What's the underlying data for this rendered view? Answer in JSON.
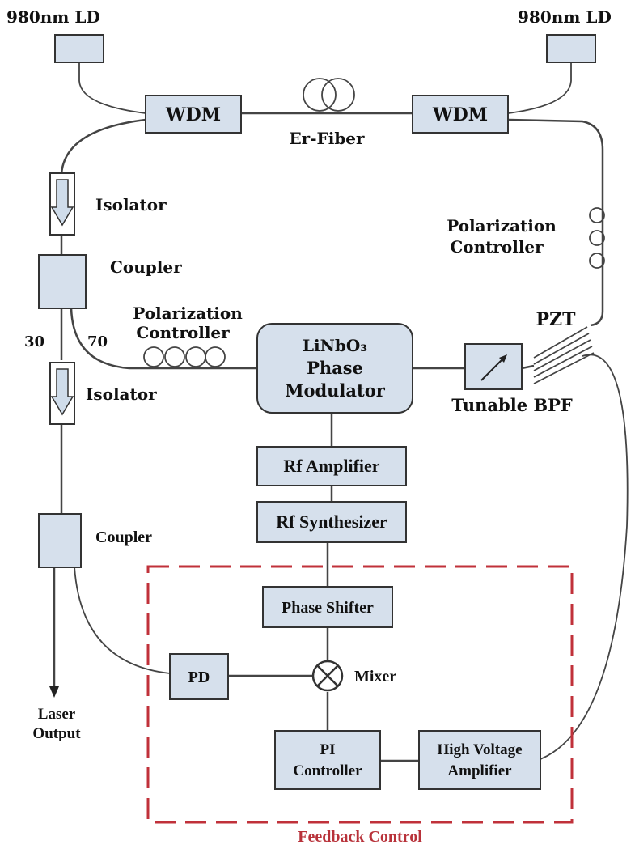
{
  "labels": {
    "ld_left": "980nm LD",
    "ld_right": "980nm LD",
    "wdm_left": "WDM",
    "wdm_right": "WDM",
    "er_fiber": "Er-Fiber",
    "isolator_top": "Isolator",
    "coupler_top": "Coupler",
    "pol_ctrl_right_1": "Polarization",
    "pol_ctrl_right_2": "Controller",
    "pol_ctrl_left_1": "Polarization",
    "pol_ctrl_left_2": "Controller",
    "pzt": "PZT",
    "port_30": "30",
    "port_70": "70",
    "modulator_1": "LiNbO₃",
    "modulator_2": "Phase",
    "modulator_3": "Modulator",
    "tunable_bpf": "Tunable BPF",
    "isolator_bottom": "Isolator",
    "rf_amplifier": "Rf Amplifier",
    "rf_synthesizer": "Rf Synthesizer",
    "coupler_bottom": "Coupler",
    "phase_shifter": "Phase Shifter",
    "pd": "PD",
    "mixer": "Mixer",
    "laser_output_1": "Laser",
    "laser_output_2": "Output",
    "pi_controller_1": "PI",
    "pi_controller_2": "Controller",
    "hv_amplifier_1": "High Voltage",
    "hv_amplifier_2": "Amplifier",
    "feedback_control": "Feedback Control"
  },
  "colors": {
    "box_fill": "#d6e0ec",
    "feedback_border": "#c0313a",
    "feedback_text": "#b8323a"
  }
}
